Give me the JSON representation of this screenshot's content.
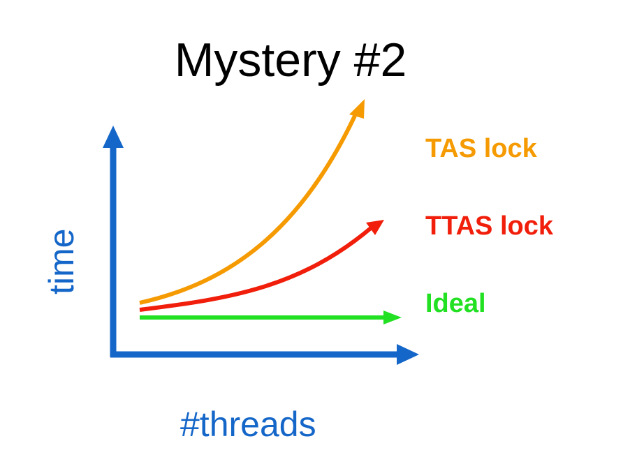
{
  "title": "Mystery #2",
  "axes": {
    "x_label": "#threads",
    "y_label": "time",
    "color": "#1466c8"
  },
  "series": [
    {
      "key": "tas",
      "name": "TAS lock",
      "color": "#f59a00",
      "trend": "steep exponential growth"
    },
    {
      "key": "ttas",
      "name": "TTAS lock",
      "color": "#f01e0a",
      "trend": "moderate growth"
    },
    {
      "key": "ideal",
      "name": "Ideal",
      "color": "#22e022",
      "trend": "flat"
    }
  ]
}
